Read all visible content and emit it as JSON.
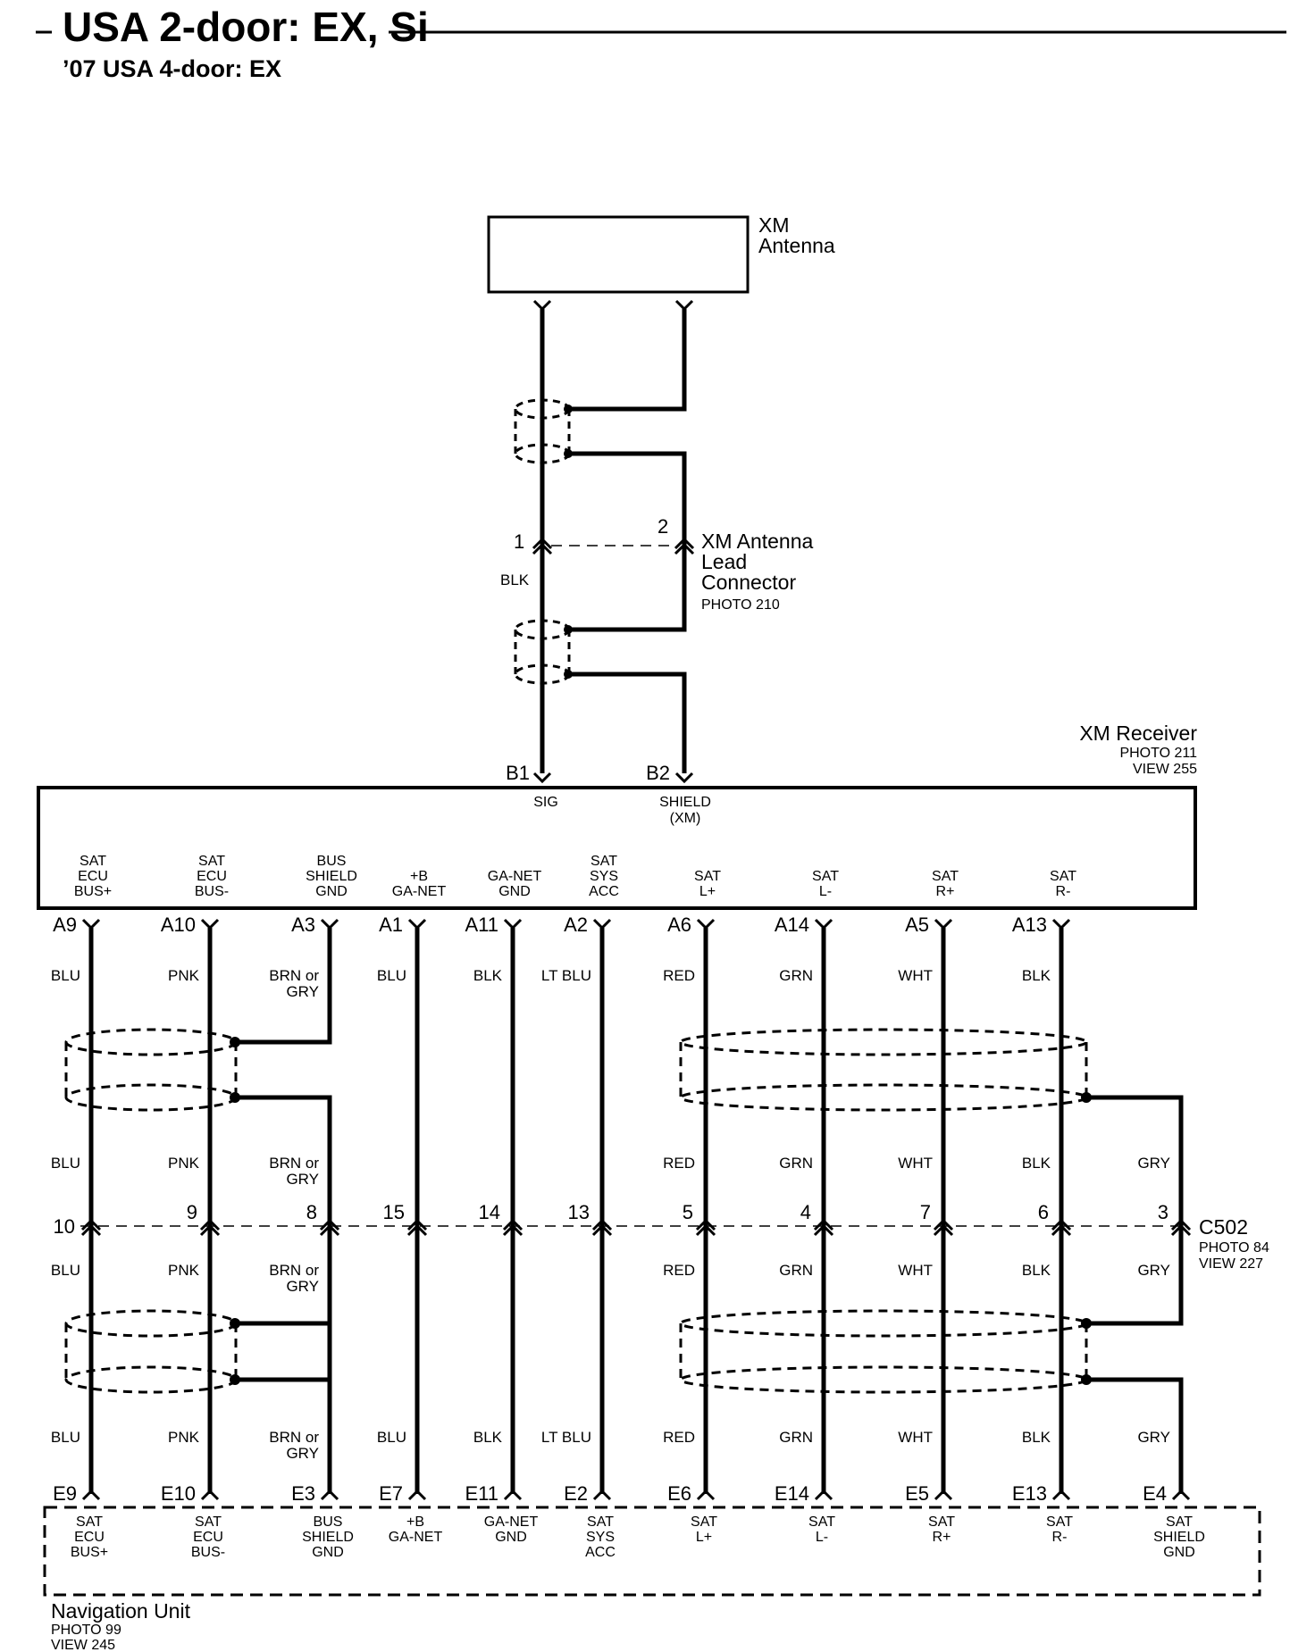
{
  "header": {
    "title": "USA 2-door: EX, Si",
    "subtitle": "’07 USA 4-door: EX"
  },
  "antenna": {
    "name": [
      "XM",
      "Antenna"
    ]
  },
  "lead_connector": {
    "name": [
      "XM Antenna",
      "Lead",
      "Connector"
    ],
    "photo": "PHOTO 210",
    "pins": [
      "1",
      "2"
    ],
    "wire_color": "BLK"
  },
  "receiver": {
    "name": "XM Receiver",
    "photo": "PHOTO 211",
    "view": "VIEW 255",
    "top_pins": [
      {
        "pin": "B1",
        "signal": [
          "SIG"
        ]
      },
      {
        "pin": "B2",
        "signal": [
          "SHIELD",
          "(XM)"
        ]
      }
    ],
    "bottom_pins": [
      {
        "pin": "A9",
        "signal": [
          "SAT",
          "ECU",
          "BUS+"
        ]
      },
      {
        "pin": "A10",
        "signal": [
          "SAT",
          "ECU",
          "BUS-"
        ]
      },
      {
        "pin": "A3",
        "signal": [
          "BUS",
          "SHIELD",
          "GND"
        ]
      },
      {
        "pin": "A1",
        "signal": [
          "+B",
          "GA-NET"
        ]
      },
      {
        "pin": "A11",
        "signal": [
          "GA-NET",
          "GND"
        ]
      },
      {
        "pin": "A2",
        "signal": [
          "SAT",
          "SYS",
          "ACC"
        ]
      },
      {
        "pin": "A6",
        "signal": [
          "SAT",
          "L+"
        ]
      },
      {
        "pin": "A14",
        "signal": [
          "SAT",
          "L-"
        ]
      },
      {
        "pin": "A5",
        "signal": [
          "SAT",
          "R+"
        ]
      },
      {
        "pin": "A13",
        "signal": [
          "SAT",
          "R-"
        ]
      }
    ]
  },
  "wire_colors": {
    "upper": [
      [
        "BLU"
      ],
      [
        "PNK"
      ],
      [
        "BRN or",
        "GRY"
      ],
      [
        "BLU"
      ],
      [
        "BLK"
      ],
      [
        "LT BLU"
      ],
      [
        "RED"
      ],
      [
        "GRN"
      ],
      [
        "WHT"
      ],
      [
        "BLK"
      ]
    ],
    "above_c502": [
      [
        "BLU"
      ],
      [
        "PNK"
      ],
      [
        "BRN or",
        "GRY"
      ],
      [
        "RED"
      ],
      [
        "GRN"
      ],
      [
        "WHT"
      ],
      [
        "BLK"
      ],
      [
        "GRY"
      ]
    ],
    "below_c502": [
      [
        "BLU"
      ],
      [
        "PNK"
      ],
      [
        "BRN or",
        "GRY"
      ],
      [
        "RED"
      ],
      [
        "GRN"
      ],
      [
        "WHT"
      ],
      [
        "BLK"
      ],
      [
        "GRY"
      ]
    ],
    "lower": [
      [
        "BLU"
      ],
      [
        "PNK"
      ],
      [
        "BRN or",
        "GRY"
      ],
      [
        "BLU"
      ],
      [
        "BLK"
      ],
      [
        "LT BLU"
      ],
      [
        "RED"
      ],
      [
        "GRN"
      ],
      [
        "WHT"
      ],
      [
        "BLK"
      ],
      [
        "GRY"
      ]
    ]
  },
  "c502": {
    "name": "C502",
    "photo": "PHOTO 84",
    "view": "VIEW 227",
    "pins": [
      "10",
      "9",
      "8",
      "15",
      "14",
      "13",
      "5",
      "4",
      "7",
      "6",
      "3"
    ]
  },
  "nav_unit": {
    "name": "Navigation Unit",
    "photo": "PHOTO 99",
    "view": "VIEW 245",
    "pins": [
      {
        "pin": "E9",
        "signal": [
          "SAT",
          "ECU",
          "BUS+"
        ]
      },
      {
        "pin": "E10",
        "signal": [
          "SAT",
          "ECU",
          "BUS-"
        ]
      },
      {
        "pin": "E3",
        "signal": [
          "BUS",
          "SHIELD",
          "GND"
        ]
      },
      {
        "pin": "E7",
        "signal": [
          "+B",
          "GA-NET"
        ]
      },
      {
        "pin": "E11",
        "signal": [
          "GA-NET",
          "GND"
        ]
      },
      {
        "pin": "E2",
        "signal": [
          "SAT",
          "SYS",
          "ACC"
        ]
      },
      {
        "pin": "E6",
        "signal": [
          "SAT",
          "L+"
        ]
      },
      {
        "pin": "E14",
        "signal": [
          "SAT",
          "L-"
        ]
      },
      {
        "pin": "E5",
        "signal": [
          "SAT",
          "R+"
        ]
      },
      {
        "pin": "E13",
        "signal": [
          "SAT",
          "R-"
        ]
      },
      {
        "pin": "E4",
        "signal": [
          "SAT",
          "SHIELD",
          "GND"
        ]
      }
    ]
  }
}
